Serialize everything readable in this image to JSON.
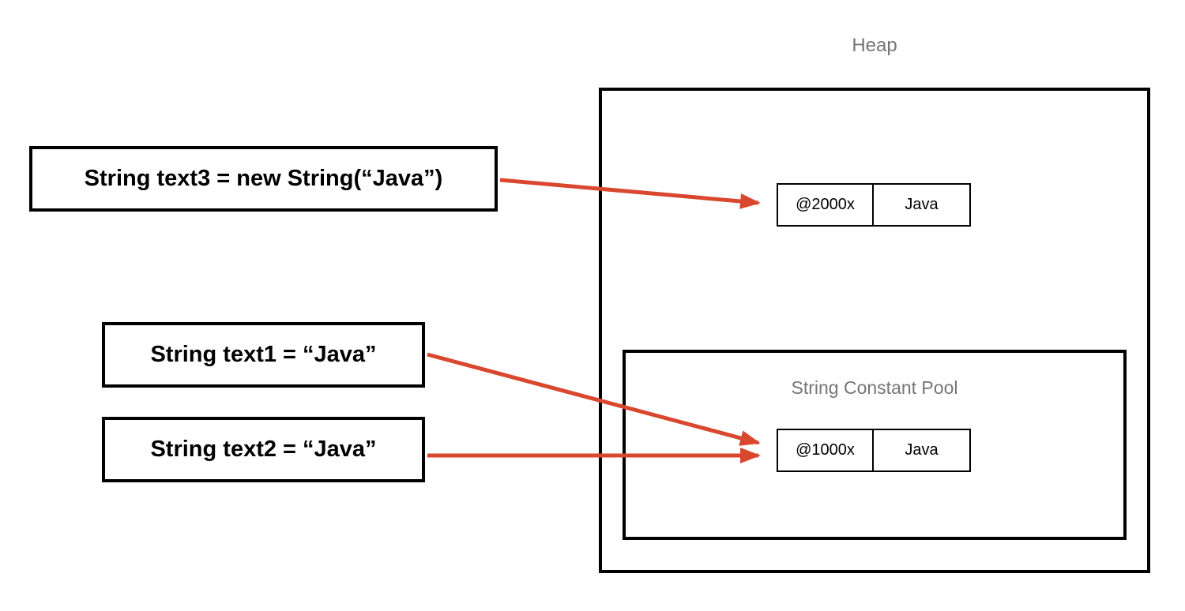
{
  "diagram": {
    "heap": {
      "label": "Heap",
      "object": {
        "address": "@2000x",
        "value": "Java"
      }
    },
    "string_constant_pool": {
      "label": "String Constant Pool",
      "object": {
        "address": "@1000x",
        "value": "Java"
      }
    },
    "statements": [
      {
        "id": "text3",
        "label": "String text3 = new String(“Java”)"
      },
      {
        "id": "text1",
        "label": "String text1 = “Java”"
      },
      {
        "id": "text2",
        "label": "String text2 = “Java”"
      }
    ],
    "connections": [
      {
        "from": "text3",
        "to": "@2000x"
      },
      {
        "from": "text1",
        "to": "@1000x"
      },
      {
        "from": "text2",
        "to": "@1000x"
      }
    ],
    "colors": {
      "arrow": "#D9472F",
      "box_border": "#000000",
      "region_label_gray": "#757575"
    }
  }
}
